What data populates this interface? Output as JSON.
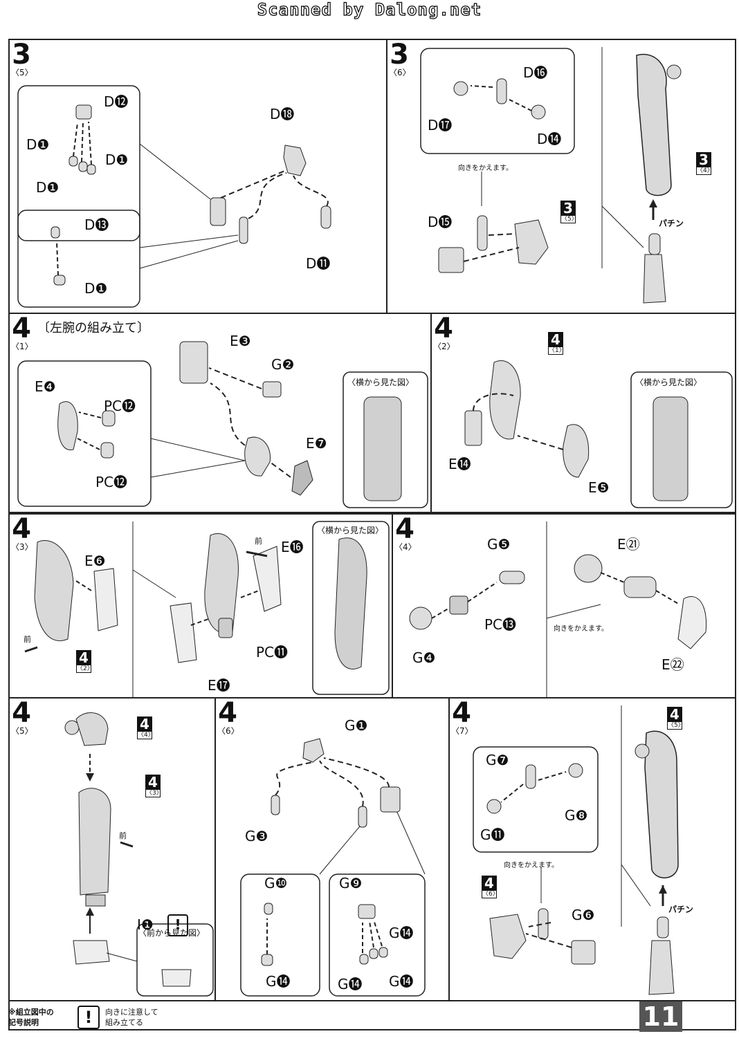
{
  "header": {
    "scan_credit": "Scanned by Dalong.net"
  },
  "panels": {
    "p35": {
      "step": "3",
      "sub": "〈5〉",
      "labels": {
        "d12": "D⓬",
        "d1a": "D❶",
        "d1b": "D❶",
        "d1c": "D❶",
        "d18": "D⓲",
        "d13": "D⓭",
        "d1d": "D❶",
        "d11": "D⓫"
      }
    },
    "p36": {
      "step": "3",
      "sub": "〈6〉",
      "labels": {
        "d16": "D⓰",
        "d17": "D⓱",
        "d14": "D⓮",
        "d15": "D⓯"
      },
      "turn_note": "向きをかえます。",
      "ref1": {
        "num": "3",
        "sub": "〈5〉"
      },
      "ref2": {
        "num": "3",
        "sub": "〈4〉"
      },
      "push": "パチン"
    },
    "p41": {
      "step": "4",
      "sub": "〈1〉",
      "title": "〔左腕の組み立て〕",
      "labels": {
        "e3": "E❸",
        "g2": "G❷",
        "e4": "E❹",
        "pc12a": "PC⓬",
        "pc12b": "PC⓬",
        "e7": "E❼"
      },
      "side_view": "〈横から見た図〉"
    },
    "p42": {
      "step": "4",
      "sub": "〈2〉",
      "labels": {
        "e14": "E⓮",
        "e5": "E❺"
      },
      "ref": {
        "num": "4",
        "sub": "〈1〉"
      },
      "side_view": "〈横から見た図〉"
    },
    "p43": {
      "step": "4",
      "sub": "〈3〉",
      "labels": {
        "e6": "E❻",
        "e16": "E⓰",
        "pc11": "PC⓫",
        "e17": "E⓱"
      },
      "front": "前",
      "ref": {
        "num": "4",
        "sub": "〈2〉"
      },
      "side_view": "〈横から見た図〉"
    },
    "p44": {
      "step": "4",
      "sub": "〈4〉",
      "labels": {
        "g5": "G❺",
        "pc13": "PC⓭",
        "g4": "G❹",
        "e21": "E㉑",
        "e22": "E㉒"
      },
      "turn_note": "向きをかえます。"
    },
    "p45": {
      "step": "4",
      "sub": "〈5〉",
      "ref1": {
        "num": "4",
        "sub": "〈4〉"
      },
      "ref2": {
        "num": "4",
        "sub": "〈3〉"
      },
      "front": "前",
      "part": "I❶",
      "caution": "!",
      "front_view": "〈前から見た図〉"
    },
    "p46": {
      "step": "4",
      "sub": "〈6〉",
      "labels": {
        "g1": "G❶",
        "g3": "G❸",
        "g10": "G❿",
        "g9": "G❾",
        "g14a": "G⓮",
        "g14b": "G⓮",
        "g14c": "G⓮",
        "g14d": "G⓮"
      }
    },
    "p47": {
      "step": "4",
      "sub": "〈7〉",
      "labels": {
        "g7": "G❼",
        "g8": "G❽",
        "g11": "G⓫",
        "g6": "G❻"
      },
      "turn_note": "向きをかえます。",
      "ref1": {
        "num": "4",
        "sub": "〈6〉"
      },
      "ref2": {
        "num": "4",
        "sub": "〈5〉"
      },
      "push": "パチン"
    }
  },
  "legend": {
    "title_line1": "※組立図中の",
    "title_line2": "記号説明",
    "symbol": "!",
    "desc_line1": "向きに注意して",
    "desc_line2": "組み立てる"
  },
  "page_number": "11",
  "colors": {
    "ink": "#111111",
    "part_fill": "#d9d9d9",
    "page_badge": "#555555"
  }
}
